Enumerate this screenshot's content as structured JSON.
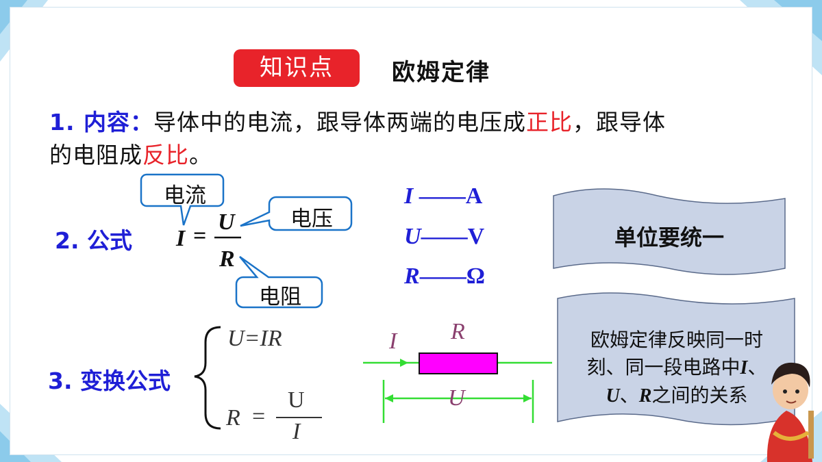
{
  "header": {
    "badge": "知识点",
    "title": "欧姆定律"
  },
  "content": {
    "label": "1. 内容：",
    "line1_before": "导体中的电流，跟导体两端的电压成",
    "line1_red": "正比",
    "line1_after": "，跟导体",
    "line2_before": "的电阻成",
    "line2_red": "反比",
    "line2_after": "。"
  },
  "formula": {
    "label": "2. 公式",
    "lhs": "I",
    "eq": "=",
    "numerator": "U",
    "denominator": "R",
    "callouts": {
      "current": "电流",
      "voltage": "电压",
      "resistance": "电阻"
    }
  },
  "units": [
    {
      "quantity": "I",
      "dash": "——",
      "unit": "A"
    },
    {
      "quantity": "U",
      "dash": "——",
      "unit": "V"
    },
    {
      "quantity": "R",
      "dash": "——",
      "unit": "Ω"
    }
  ],
  "unit_note": "单位要统一",
  "transform": {
    "label": "3. 变换公式",
    "formula1": "U=IR",
    "formula2_lhs": "R",
    "formula2_eq": "=",
    "formula2_num": "U",
    "formula2_den": "I"
  },
  "circuit": {
    "current_label": "I",
    "resistor_label": "R",
    "voltage_label": "U",
    "resistor_color": "#ff00ff",
    "wire_color": "#33dd33"
  },
  "relation_note": {
    "line1": "欧姆定律反映同一时",
    "line2_text": "刻、同一段电路中",
    "line2_I": "I",
    "line2_sep": "、",
    "line3_U": "U",
    "line3_sep": "、",
    "line3_R": "R",
    "line3_text": "之间的关系"
  },
  "colors": {
    "accent_red": "#e8232a",
    "accent_blue": "#1f1fd6"
  }
}
